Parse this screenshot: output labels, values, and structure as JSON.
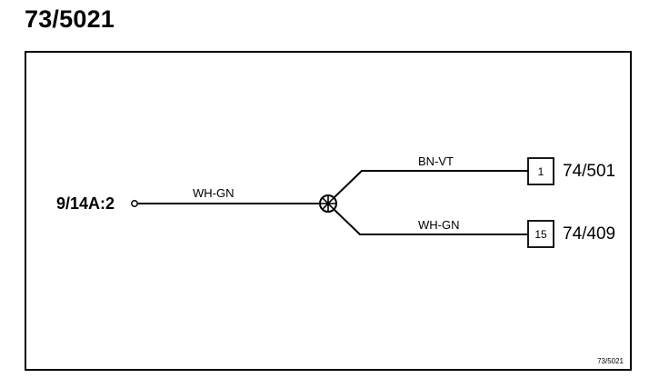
{
  "title": "73/5021",
  "source": {
    "label": "9/14A:2"
  },
  "wires": {
    "main": "WH-GN",
    "upper": "BN-VT",
    "lower": "WH-GN"
  },
  "connectors": [
    {
      "pin": "1",
      "ref": "74/501"
    },
    {
      "pin": "15",
      "ref": "74/409"
    }
  ],
  "footer_ref": "73/5021"
}
